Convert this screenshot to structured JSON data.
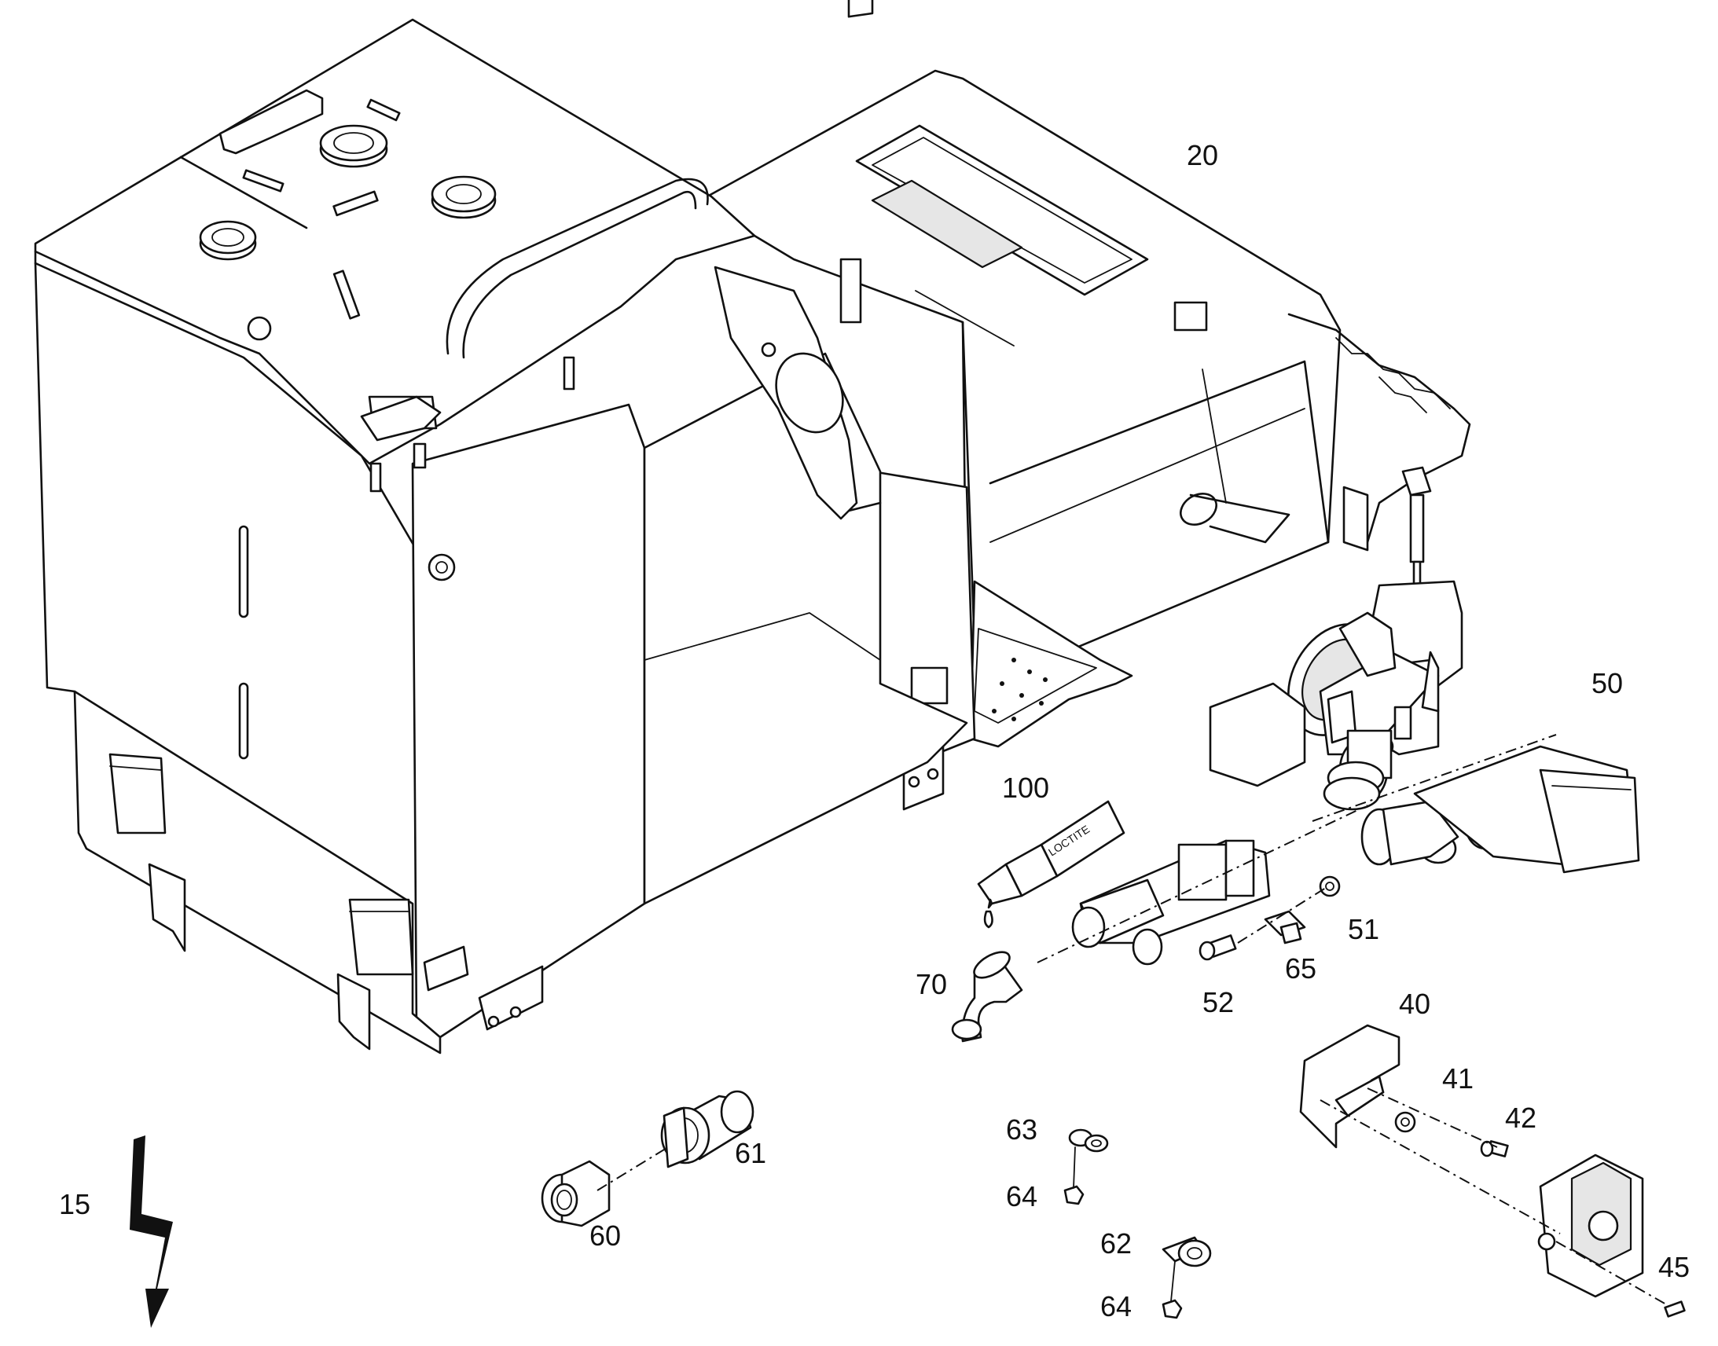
{
  "callouts": {
    "c15": "15",
    "c20": "20",
    "c40": "40",
    "c41": "41",
    "c42": "42",
    "c45": "45",
    "c50": "50",
    "c51": "51",
    "c52": "52",
    "c60": "60",
    "c61": "61",
    "c62": "62",
    "c63": "63",
    "c64a": "64",
    "c64b": "64",
    "c65": "65",
    "c70": "70",
    "c100": "100"
  },
  "tube_label": "LOCTITE",
  "icons": {
    "electrical_symbol": "lightning-bolt-icon"
  }
}
